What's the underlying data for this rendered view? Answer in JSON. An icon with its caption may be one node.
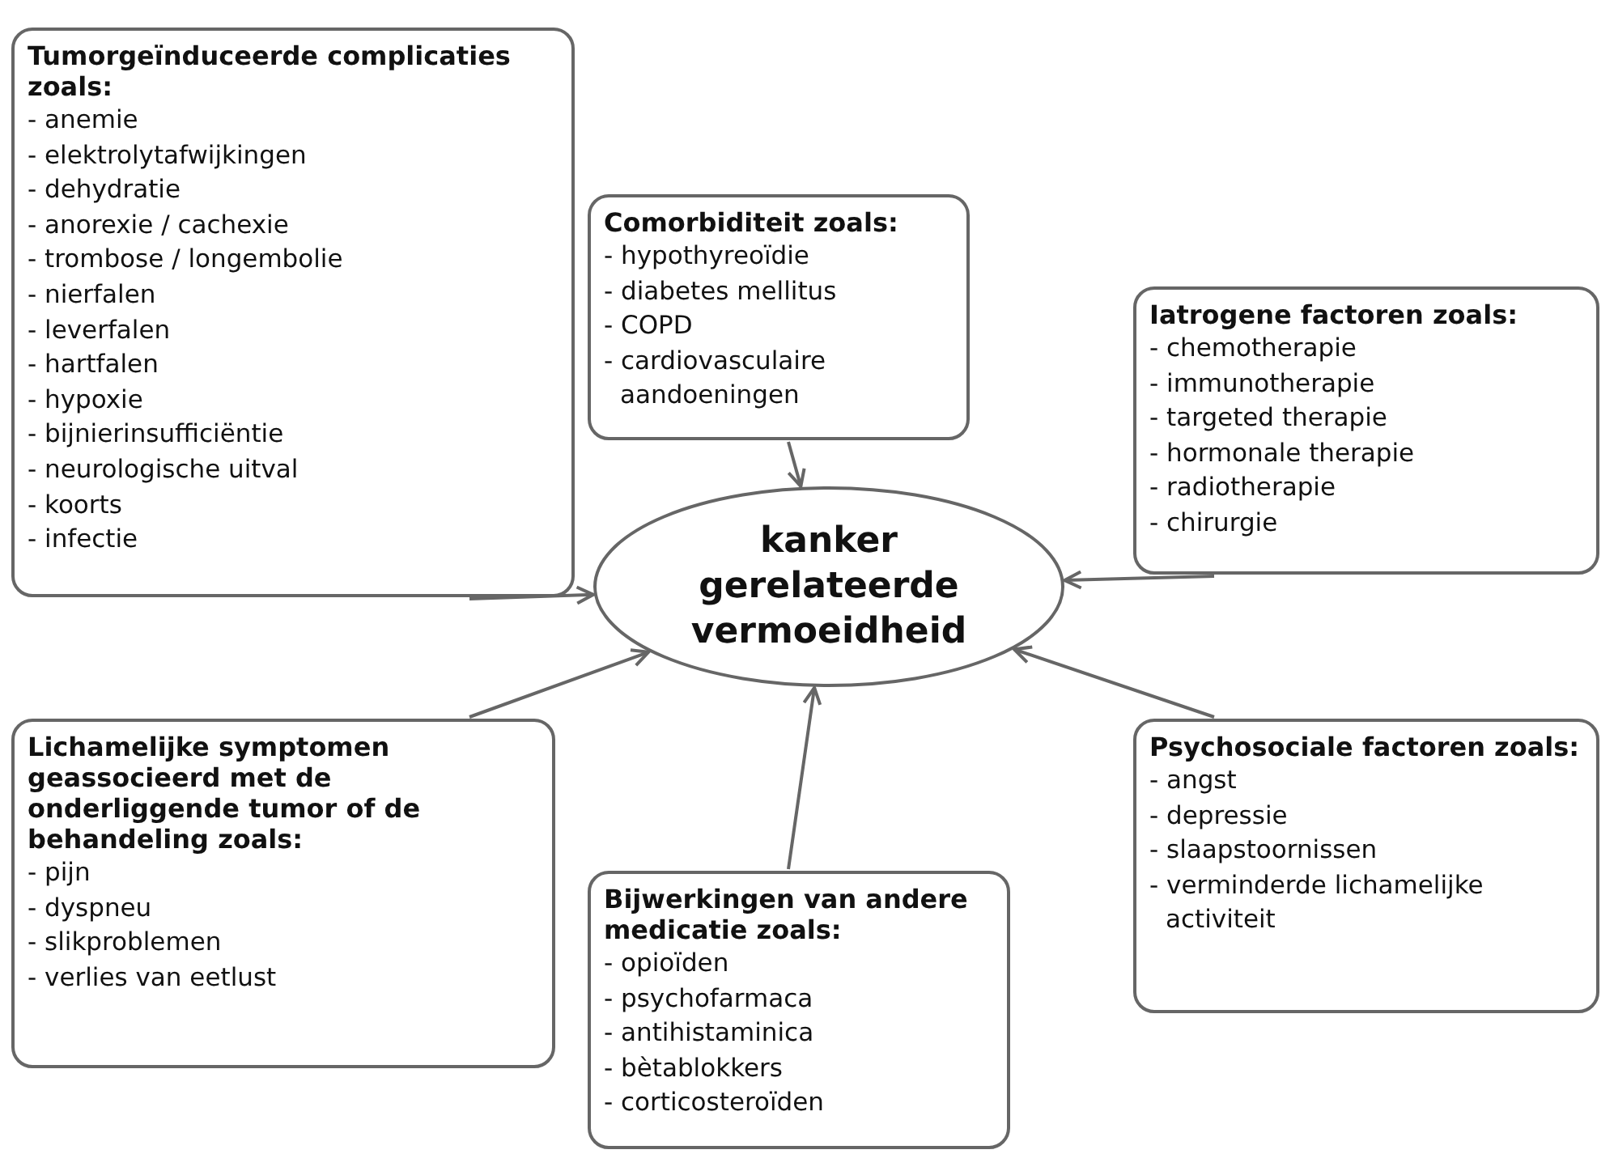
{
  "diagram": {
    "nodes": [
      {
        "text": [
          "Tumorgeïnduceerde complicaties zoals:",
          "- anemie",
          "- elektrolytafwijkingen",
          "- dehydratie",
          "- anorexie / cachexie",
          "- trombose / longembolie",
          "- nierfalen",
          "- leverfalen",
          "- hartfalen",
          "- hypoxie",
          "- bijnierinsufficiëntie",
          "- neurologische uitval",
          "- koorts",
          "- infectie"
        ]
      },
      {
        "text": [
          "Comorbiditeit zoals:",
          "- hypothyreoïdie",
          "- diabetes mellitus",
          "- COPD",
          "- cardiovasculaire aandoeningen"
        ]
      },
      {
        "text": [
          "Iatrogene factoren zoals:",
          "- chemotherapie",
          "- immunotherapie",
          "- targeted therapie",
          "- hormonale therapie",
          "- radiotherapie",
          "- chirurgie"
        ]
      },
      {
        "text": [
          "kanker gerelateerde vermoeidheid"
        ]
      },
      {
        "text": [
          "Lichamelijke symptomen geassocieerd met de onderliggende tumor of de behandeling zoals:",
          "- pijn",
          "- dyspneu",
          "- slikproblemen",
          "- verlies van eetlust"
        ]
      },
      {
        "text": [
          "Bijwerkingen van andere medicatie zoals:",
          "- opioïden",
          "- psychofarmaca",
          "- antihistaminica",
          "- bètablokkers",
          "- corticosteroïden"
        ]
      },
      {
        "text": [
          "Psychosociale factoren zoals:",
          "- angst",
          "- depressie",
          "- slaapstoornissen",
          "- verminderde lichamelijke activiteit"
        ]
      }
    ],
    "edges": [
      {
        "from": 0,
        "to": 3,
        "arrow": "to"
      },
      {
        "from": 1,
        "to": 3,
        "arrow": "to"
      },
      {
        "from": 2,
        "to": 3,
        "arrow": "to"
      },
      {
        "from": 4,
        "to": 3,
        "arrow": "to"
      },
      {
        "from": 5,
        "to": 3,
        "arrow": "to"
      },
      {
        "from": 6,
        "to": 3,
        "arrow": "to"
      }
    ]
  }
}
